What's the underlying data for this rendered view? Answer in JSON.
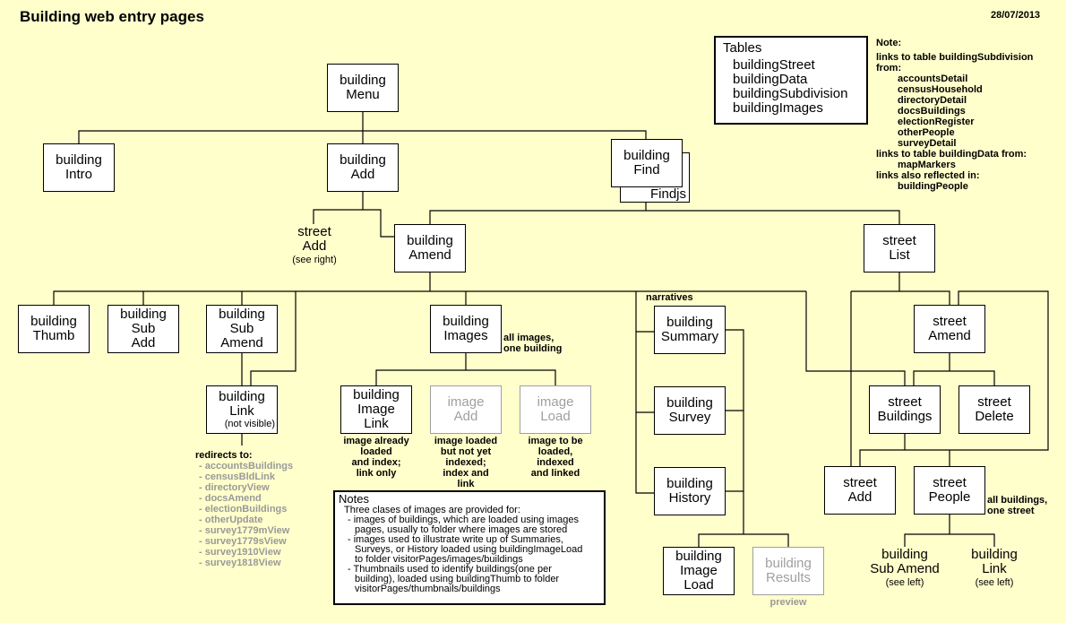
{
  "header": {
    "title": "Building web entry pages",
    "date": "28/07/2013"
  },
  "tables_box": {
    "heading": "Tables",
    "items": [
      "buildingStreet",
      "buildingData",
      "buildingSubdivision",
      "buildingImages"
    ]
  },
  "note": {
    "heading": "Note:",
    "line1": "links to table buildingSubdivision",
    "line1b": "from:",
    "subdivision_sources": [
      "accountsDetail",
      "censusHousehold",
      "directoryDetail",
      "docsBuildings",
      "electionRegister",
      "otherPeople",
      "surveyDetail"
    ],
    "line2": "links to table buildingData from:",
    "data_sources": [
      "mapMarkers"
    ],
    "line3": "links also reflected in:",
    "reflected": [
      "buildingPeople"
    ]
  },
  "nodes": {
    "building_menu": [
      "building",
      "Menu"
    ],
    "building_intro": [
      "building",
      "Intro"
    ],
    "building_add": [
      "building",
      "Add"
    ],
    "building_find": [
      "building",
      "Find"
    ],
    "findjs": "Findjs",
    "street_add_ref": [
      "street",
      "Add",
      "(see right)"
    ],
    "building_amend": [
      "building",
      "Amend"
    ],
    "street_list": [
      "street",
      "List"
    ],
    "building_thumb": [
      "building",
      "Thumb"
    ],
    "building_sub_add": [
      "building",
      "Sub",
      "Add"
    ],
    "building_sub_amend": [
      "building",
      "Sub",
      "Amend"
    ],
    "building_link": [
      "building",
      "Link",
      "(not visible)"
    ],
    "building_images": [
      "building",
      "Images"
    ],
    "building_image_link": [
      "building",
      "Image",
      "Link"
    ],
    "image_add": [
      "image",
      "Add"
    ],
    "image_load": [
      "image",
      "Load"
    ],
    "building_summary": [
      "building",
      "Summary"
    ],
    "building_survey": [
      "building",
      "Survey"
    ],
    "building_history": [
      "building",
      "History"
    ],
    "building_image_load": [
      "building",
      "Image",
      "Load"
    ],
    "building_results": [
      "building",
      "Results"
    ],
    "street_amend": [
      "street",
      "Amend"
    ],
    "street_buildings": [
      "street",
      "Buildings"
    ],
    "street_delete": [
      "street",
      "Delete"
    ],
    "street_add": [
      "street",
      "Add"
    ],
    "street_people": [
      "street",
      "People"
    ],
    "building_sub_amend_ref": [
      "building",
      "Sub Amend",
      "(see left)"
    ],
    "building_link_ref": [
      "building",
      "Link",
      "(see left)"
    ]
  },
  "labels": {
    "narratives": "narratives",
    "images_note": [
      "all images,",
      "one building"
    ],
    "image_link_note": [
      "image already",
      "loaded",
      "and index;",
      "link only"
    ],
    "image_add_note": [
      "image loaded",
      "but not yet",
      "indexed;",
      "index and",
      "link"
    ],
    "image_load_note": [
      "image to be",
      "loaded,",
      "indexed",
      "and linked"
    ],
    "preview": "preview",
    "people_note": [
      "all buildings,",
      "one street"
    ]
  },
  "redirects": {
    "heading": "redirects to:",
    "items": [
      "- accountsBuildings",
      "- censusBldLink",
      "- directoryView",
      "- docsAmend",
      "- electionBuildings",
      "- otherUpdate",
      "- survey1779mView",
      "- survey1779sView",
      "- survey1910View",
      "- survey1818View"
    ]
  },
  "notes_box": {
    "heading": "Notes",
    "intro": "Three clases of images are provided for:",
    "bullets": [
      [
        "- images of buildings, which are loaded using images",
        "pages, usually to folder where images are stored"
      ],
      [
        "- images used to illustrate write up of Summaries,",
        "Surveys, or History loaded using buildingImageLoad",
        "to folder  visitorPages/images/buildings"
      ],
      [
        "- Thumbnails used to identify buildings(one per",
        "building), loaded using  buildingThumb to folder",
        "visitorPages/thumbnails/buildings"
      ]
    ]
  },
  "colors": {
    "background": "#ffffcc",
    "box": "#ffffff",
    "line": "#000000",
    "dim": "#a0a0a0"
  }
}
